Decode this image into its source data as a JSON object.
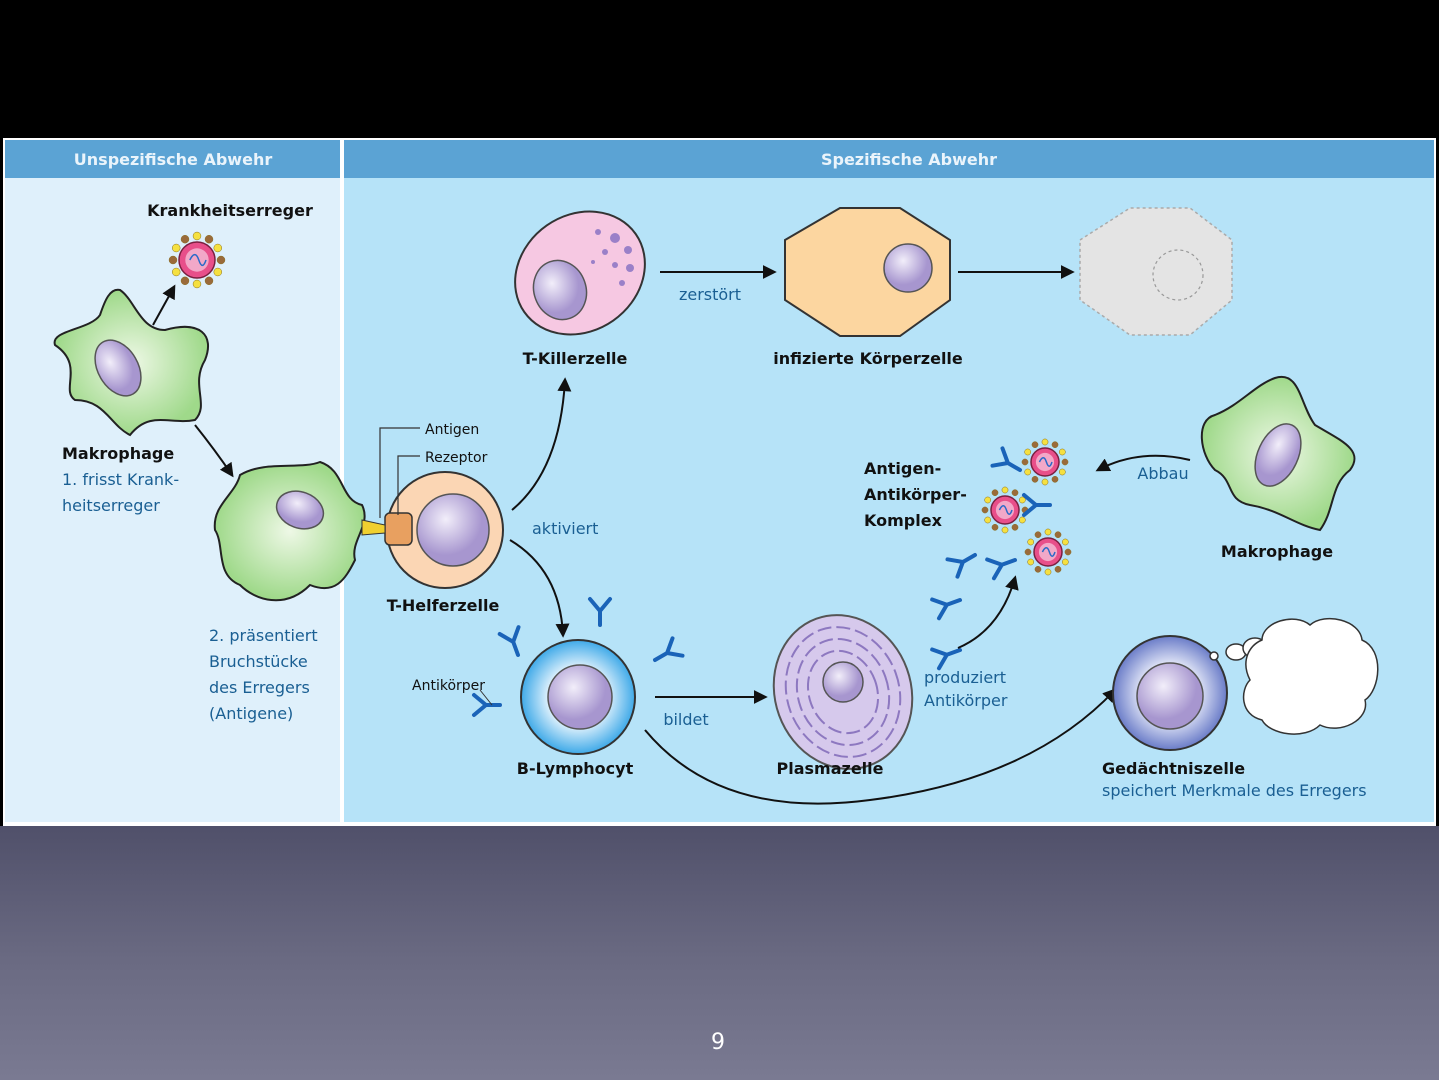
{
  "slide": {
    "page_number": "9"
  },
  "headers": {
    "left": "Unspezifische Abwehr",
    "right": "Spezifische Abwehr"
  },
  "labels": {
    "krankheitserreger": "Krankheitserreger",
    "makrophage_left": "Makrophage",
    "makrophage_desc_1": "1. frisst Krank-",
    "makrophage_desc_2": "heitserreger",
    "praesentiert_1": "2. präsentiert",
    "praesentiert_2": "Bruchstücke",
    "praesentiert_3": "des Erregers",
    "praesentiert_4": "(Antigene)",
    "antigen": "Antigen",
    "rezeptor": "Rezeptor",
    "t_helferzelle": "T-Helferzelle",
    "aktiviert": "aktiviert",
    "t_killerzelle": "T-Killerzelle",
    "zerstoert": "zerstört",
    "infizierte_koerperzelle": "infizierte Körperzelle",
    "antikoerper": "Antikörper",
    "b_lymphocyt": "B-Lymphocyt",
    "bildet": "bildet",
    "plasmazelle": "Plasmazelle",
    "produziert_1": "produziert",
    "produziert_2": "Antikörper",
    "komplex_1": "Antigen-",
    "komplex_2": "Antikörper-",
    "komplex_3": "Komplex",
    "abbau": "Abbau",
    "makrophage_right": "Makrophage",
    "gedaechtniszelle": "Gedächtniszelle",
    "gedaechtnis_desc": "speichert Merkmale des Erregers"
  },
  "colors": {
    "header": "#5ba3d4",
    "left_panel": "#dff0fb",
    "right_panel": "#b6e3f8",
    "blue_text": "#1a5f93"
  }
}
